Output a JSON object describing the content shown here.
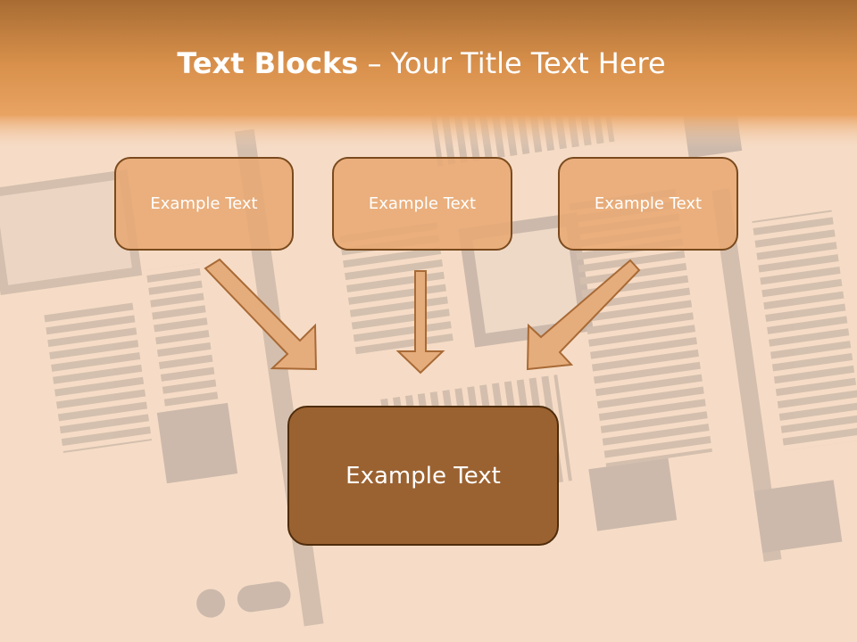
{
  "title": {
    "bold": "Text Blocks",
    "rest": " – Your Title Text Here"
  },
  "blocks": [
    {
      "label": "Example Text"
    },
    {
      "label": "Example Text"
    },
    {
      "label": "Example Text"
    }
  ],
  "center_block": {
    "label": "Example Text"
  },
  "colors": {
    "header": "#c98948",
    "block_fill": "#e8a873",
    "block_border": "#7a4a1e",
    "center_fill": "#9b6231",
    "arrow_fill": "#e6ad7c",
    "arrow_stroke": "#a86a36"
  }
}
